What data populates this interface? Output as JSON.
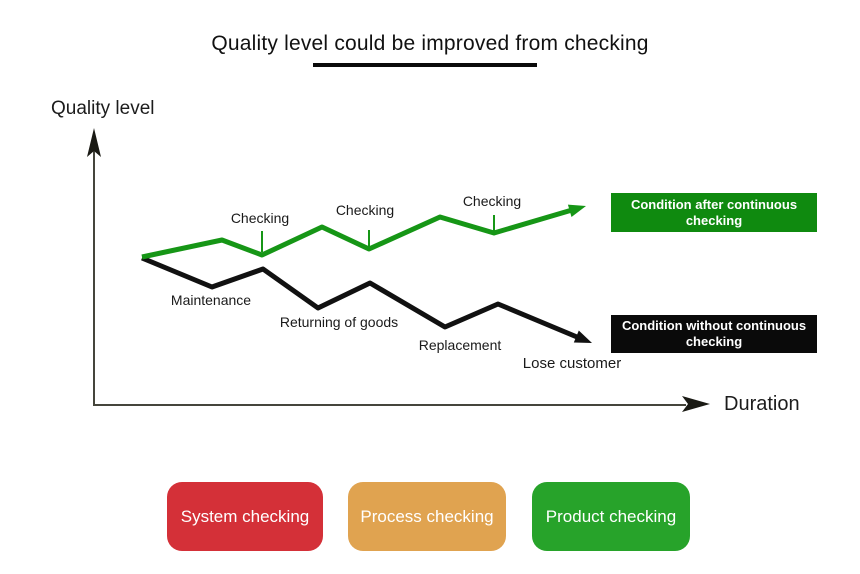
{
  "title": {
    "text": "Quality level could be improved from checking"
  },
  "axes": {
    "y_label": "Quality level",
    "x_label": "Duration",
    "axis_color": "#45453c"
  },
  "annotations": {
    "checking_1": "Checking",
    "checking_2": "Checking",
    "checking_3": "Checking",
    "maintenance": "Maintenance",
    "returning_of_goods": "Returning of goods",
    "replacement": "Replacement",
    "lose_customer": "Lose customer"
  },
  "series": [
    {
      "name": "Condition after continuous checking",
      "color": "#169616",
      "trend": "rising zigzag with checking ticks at each dip"
    },
    {
      "name": "Condition without continuous checking",
      "color": "#111111",
      "trend": "falling zigzag through maintenance, returning of goods, replacement, lose customer"
    }
  ],
  "legend": {
    "after_checking": {
      "text": "Condition after continuous checking",
      "bg_color": "#0f8a0f",
      "text_color": "#ffffff"
    },
    "without_checking": {
      "text": "Condition without continuous checking",
      "bg_color": "#0a0a0a",
      "text_color": "#ffffff"
    }
  },
  "buttons": [
    {
      "label": "System checking",
      "color": "#d43038"
    },
    {
      "label": "Process checking",
      "color": "#e0a350"
    },
    {
      "label": "Product checking",
      "color": "#27a32a"
    }
  ]
}
